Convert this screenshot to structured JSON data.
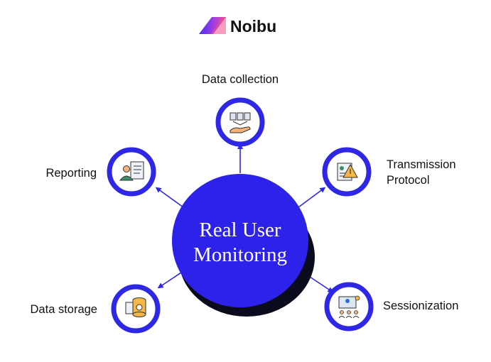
{
  "brand": {
    "name": "Noibu"
  },
  "center": {
    "line1": "Real User",
    "line2": "Monitoring"
  },
  "nodes": [
    {
      "id": "data-collection",
      "label_lines": [
        "Data collection"
      ],
      "icon": "hand-data-icon"
    },
    {
      "id": "transmission-protocol",
      "label_lines": [
        "Transmission",
        "Protocol"
      ],
      "icon": "document-warning-icon"
    },
    {
      "id": "sessionization",
      "label_lines": [
        "Sessionization"
      ],
      "icon": "monitor-users-icon"
    },
    {
      "id": "data-storage",
      "label_lines": [
        "Data storage"
      ],
      "icon": "database-file-icon"
    },
    {
      "id": "reporting",
      "label_lines": [
        "Reporting"
      ],
      "icon": "user-report-icon"
    }
  ],
  "colors": {
    "accent": "#2f27e6",
    "center_fill": "#2d22ea",
    "center_shadow": "#0b0b1e",
    "node_ring": "#2f27e6",
    "logo_gradient": [
      "#4a2ff0",
      "#a23ee0",
      "#f04f8c"
    ]
  }
}
